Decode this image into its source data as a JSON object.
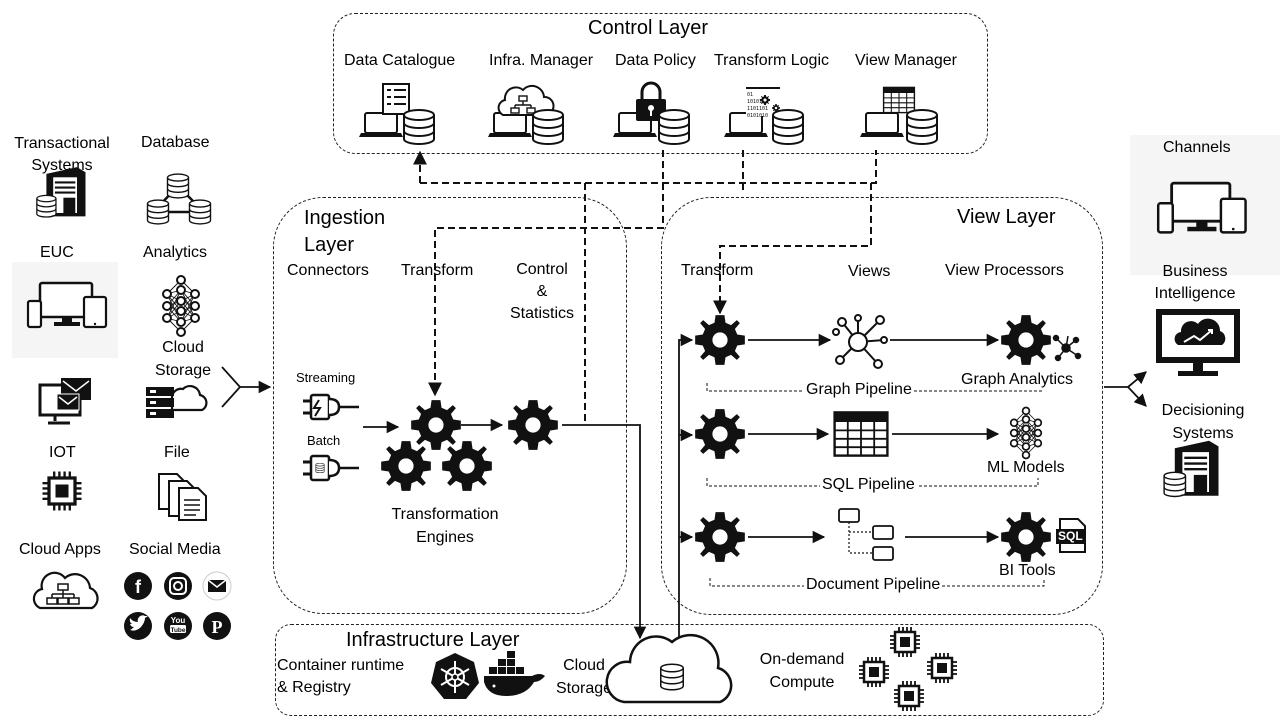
{
  "control_layer": {
    "title": "Control Layer",
    "items": [
      "Data Catalogue",
      "Infra. Manager",
      "Data Policy",
      "Transform Logic",
      "View Manager"
    ]
  },
  "sources": {
    "transactional": "Transactional\nSystems",
    "database": "Database",
    "euc": "EUC",
    "analytics": "Analytics",
    "cloud_storage": "Cloud\nStorage",
    "iot": "IOT",
    "file": "File",
    "cloud_apps": "Cloud Apps",
    "social_media": "Social Media",
    "social_icons": [
      "facebook-icon",
      "instagram-icon",
      "mail-icon",
      "twitter-icon",
      "youtube-icon",
      "pinterest-icon"
    ]
  },
  "ingestion_layer": {
    "title": "Ingestion\nLayer",
    "connectors": "Connectors",
    "transform": "Transform",
    "control_stats": "Control\n&\nStatistics",
    "streaming": "Streaming",
    "batch": "Batch",
    "engines": "Transformation\nEngines"
  },
  "view_layer": {
    "title": "View Layer",
    "transform": "Transform",
    "views": "Views",
    "processors": "View Processors",
    "graph_pipeline": "Graph Pipeline",
    "graph_analytics": "Graph Analytics",
    "sql_pipeline": "SQL Pipeline",
    "ml_models": "ML Models",
    "document_pipeline": "Document Pipeline",
    "bi_tools": "BI Tools",
    "sql_badge": "SQL"
  },
  "infrastructure_layer": {
    "title": "Infrastructure Layer",
    "container": "Container runtime\n& Registry",
    "cloud_storage": "Cloud\nStorage",
    "compute": "On-demand\nCompute"
  },
  "outputs": {
    "channels": "Channels",
    "bi": "Business\nIntelligence",
    "decisioning": "Decisioning\nSystems"
  }
}
